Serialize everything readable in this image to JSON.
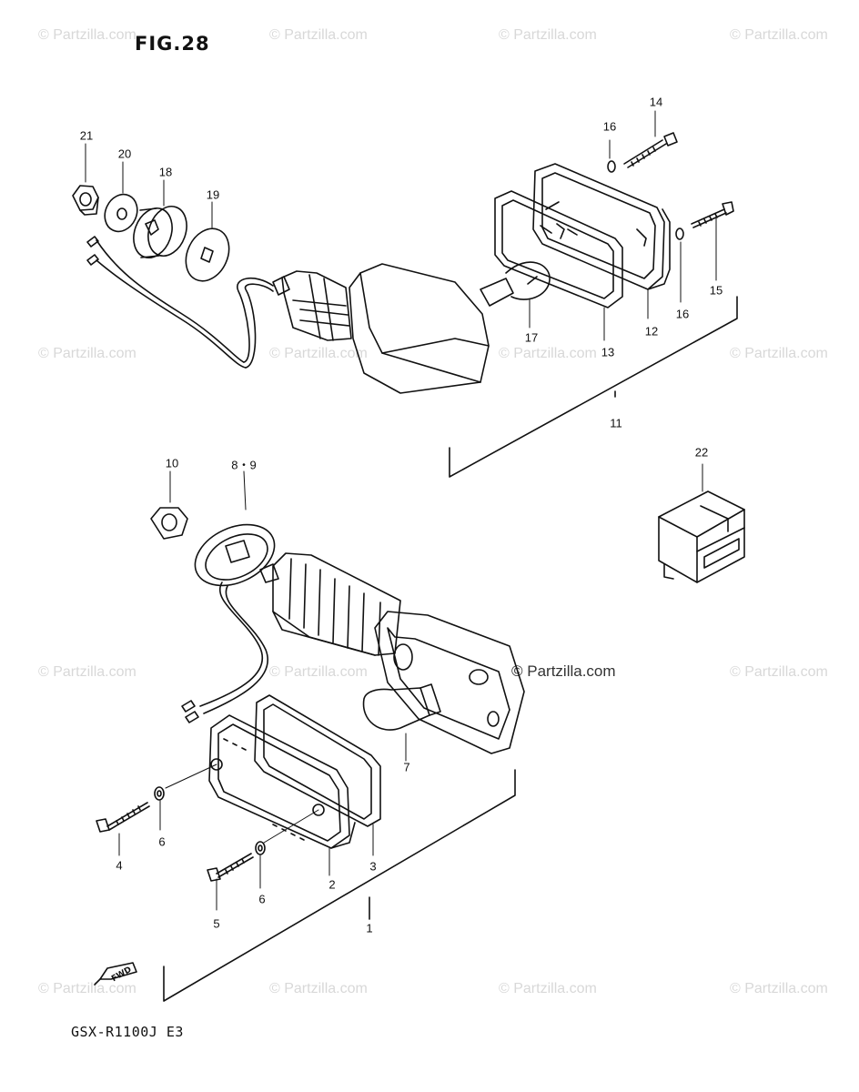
{
  "figure": {
    "title": "FIG.28",
    "model_code": "GSX-R1100J E3",
    "fwd_label": "FWD"
  },
  "watermarks": {
    "text": "© Partzilla.com",
    "main": "© Partzilla.com"
  },
  "callouts": {
    "c1": "1",
    "c2": "2",
    "c3": "3",
    "c4": "4",
    "c5": "5",
    "c6a": "6",
    "c6b": "6",
    "c7": "7",
    "c8_9": "8・9",
    "c10": "10",
    "c11": "11",
    "c12": "12",
    "c13": "13",
    "c14": "14",
    "c15": "15",
    "c16a": "16",
    "c16b": "16",
    "c17": "17",
    "c18": "18",
    "c19": "19",
    "c20": "20",
    "c21": "21",
    "c22": "22"
  },
  "colors": {
    "line": "#111111",
    "watermark": "#d8d8d8",
    "background": "#ffffff"
  }
}
